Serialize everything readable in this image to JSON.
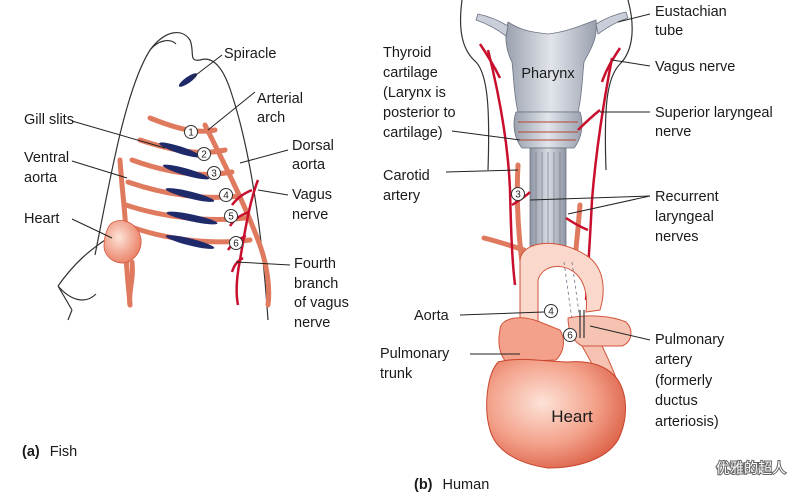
{
  "fish": {
    "caption_letter": "(a)",
    "caption_text": "Fish",
    "labels": {
      "spiracle": "Spiracle",
      "arterial_arch": [
        "Arterial",
        "arch"
      ],
      "gill_slits": "Gill slits",
      "ventral_aorta": [
        "Ventral",
        "aorta"
      ],
      "dorsal_aorta": [
        "Dorsal",
        "aorta"
      ],
      "vagus_nerve": [
        "Vagus",
        "nerve"
      ],
      "heart": "Heart",
      "fourth_branch": [
        "Fourth",
        "branch",
        "of vagus",
        "nerve"
      ]
    },
    "arch_numbers": [
      "1",
      "2",
      "3",
      "4",
      "5",
      "6"
    ]
  },
  "human": {
    "caption_letter": "(b)",
    "caption_text": "Human",
    "labels": {
      "pharynx": "Pharynx",
      "eustachian_tube": [
        "Eustachian",
        "tube"
      ],
      "thyroid_cartilage": [
        "Thyroid",
        "cartilage",
        "(Larynx is",
        "posterior to",
        "cartilage)"
      ],
      "vagus_nerve": "Vagus nerve",
      "superior_laryngeal_nerve": [
        "Superior laryngeal",
        "nerve"
      ],
      "carotid_artery": [
        "Carotid",
        "artery"
      ],
      "recurrent_laryngeal_nerves": [
        "Recurrent",
        "laryngeal",
        "nerves"
      ],
      "aorta": "Aorta",
      "pulmonary_trunk": [
        "Pulmonary",
        "trunk"
      ],
      "pulmonary_artery": [
        "Pulmonary",
        "artery",
        "(formerly",
        "ductus",
        "arteriosis)"
      ],
      "heart": "Heart"
    },
    "arch_numbers": [
      "3",
      "4",
      "6"
    ]
  },
  "watermark": "优雅的超人",
  "colors": {
    "artery": "#e07a5f",
    "nerve": "#c8102e",
    "gill": "#1f2a6b",
    "heart_fill": "#f08a70",
    "pharynx": "#c9ced8"
  }
}
